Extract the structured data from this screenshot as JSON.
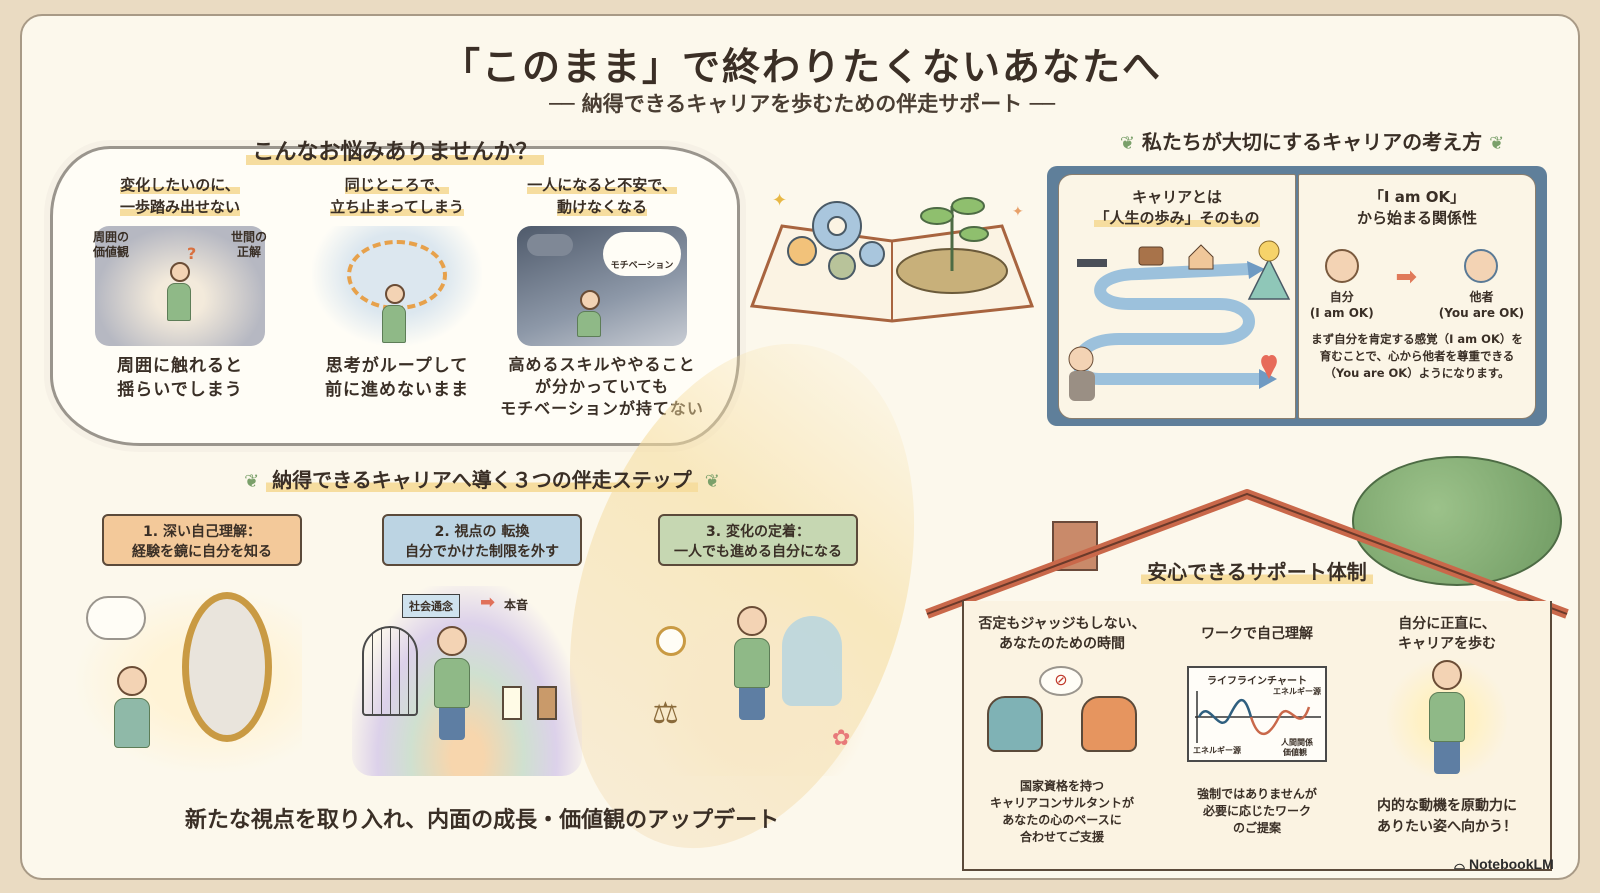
{
  "header": {
    "title": "「このまま」で終わりたくないあなたへ",
    "subtitle": "── 納得できるキャリアを歩むための伴走サポート ──"
  },
  "worries": {
    "title": "こんなお悩みありませんか？",
    "items": [
      {
        "head_lines": [
          "変化したいのに、",
          "一歩踏み出せない"
        ],
        "labels": [
          "周囲の価値観",
          "世間の正解"
        ],
        "foot_lines": [
          "周囲に触れると",
          "揺らいでしまう"
        ]
      },
      {
        "head_lines": [
          "同じところで、",
          "立ち止まってしまう"
        ],
        "foot_lines": [
          "思考がループして",
          "前に進めないまま"
        ]
      },
      {
        "head_lines": [
          "一人になると不安で、",
          "動けなくなる"
        ],
        "bubble_label": "モチベーション",
        "foot_lines": [
          "高めるスキルややること",
          "が分かっていても",
          "モチベーションが持てない"
        ]
      }
    ]
  },
  "philosophy": {
    "title": "私たちが大切にするキャリアの考え方",
    "left_page": {
      "head_lines": [
        "キャリアとは",
        "「人生の歩み」そのもの"
      ]
    },
    "right_page": {
      "head_lines": [
        "「I am OK」",
        "から始まる関係性"
      ],
      "self_label": "自分",
      "self_sub": "(I am OK)",
      "other_label": "他者",
      "other_sub": "(You are OK)",
      "desc_lines": [
        "まず自分を肯定する感覚（I am OK）を",
        "育むことで、心から他者を尊重できる",
        "（You are OK）ようになります。"
      ]
    }
  },
  "steps": {
    "title": "納得できるキャリアへ導く３つの伴走ステップ",
    "items": [
      {
        "line1": "1. 深い自己理解：",
        "line2": "経験を鏡に自分を知る"
      },
      {
        "line1": "2. 視点の 転換",
        "line2": "自分でかけた制限を外す",
        "bubble_from": "社会通念",
        "bubble_to": "本音"
      },
      {
        "line1": "3. 変化の定着：",
        "line2": "一人でも進める自分になる"
      }
    ],
    "summary": "新たな視点を取り入れ、内面の成長・価値観のアップデート"
  },
  "support": {
    "title": "安心できるサポート体制",
    "columns": [
      {
        "head_lines": [
          "否定もジャッジもしない、",
          "あなたのための時間"
        ],
        "foot_lines": [
          "国家資格を持つ",
          "キャリアコンサルタントが",
          "あなたの心のペースに",
          "合わせてご支援"
        ]
      },
      {
        "head_lines": [
          "ワークで自己理解"
        ],
        "chart_title": "ライフラインチャート",
        "chart_labels": [
          "エネルギー源",
          "エネルギー源",
          "人間関係",
          "価値観"
        ],
        "foot_lines": [
          "強制ではありませんが",
          "必要に応じたワーク",
          "のご提案"
        ]
      },
      {
        "head_lines": [
          "自分に正直に、",
          "キャリアを歩む"
        ],
        "foot_lines": [
          "内的な動機を原動力に",
          "ありたい姿へ向かう！"
        ]
      }
    ]
  },
  "brand": {
    "name": "NotebookLM"
  },
  "colors": {
    "background": "#eadbc2",
    "paper": "#fcf8ec",
    "highlight": "#f6dd9f",
    "text": "#3a2f26",
    "ribbon_1": "#f3c99a",
    "ribbon_2": "#bcd4e3",
    "ribbon_3": "#c6d7b2",
    "roof": "#c9684a"
  }
}
